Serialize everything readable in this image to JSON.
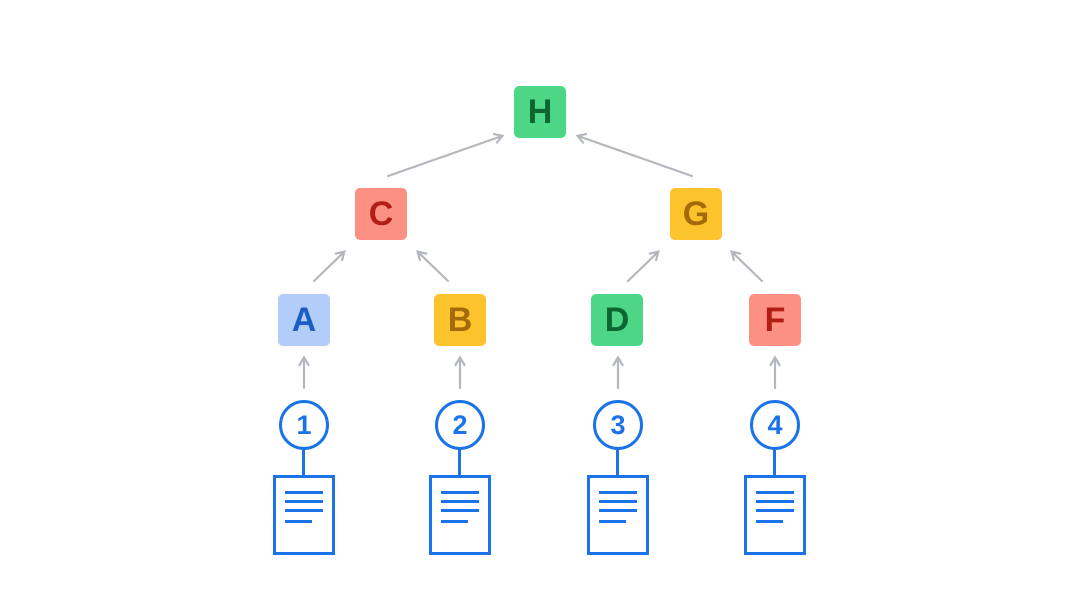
{
  "colors": {
    "green_bg": "#4ed687",
    "green_text": "#0d6530",
    "salmon_bg": "#fc9183",
    "salmon_text": "#b11e15",
    "amber_bg": "#fcc32d",
    "amber_text": "#a26a08",
    "lightblue_bg": "#b3cdf9",
    "lightblue_text": "#1a5fc8",
    "blue_accent": "#1a73e8",
    "arrow_gray": "#b4b7bd",
    "background": "#ffffff"
  },
  "tree": {
    "root": {
      "label": "H",
      "color": "green"
    },
    "level2": [
      {
        "label": "C",
        "color": "salmon"
      },
      {
        "label": "G",
        "color": "amber"
      }
    ],
    "leaves": [
      {
        "label": "A",
        "color": "lightblue"
      },
      {
        "label": "B",
        "color": "amber"
      },
      {
        "label": "D",
        "color": "green"
      },
      {
        "label": "F",
        "color": "salmon"
      }
    ],
    "edges": [
      {
        "from": "C",
        "to": "H"
      },
      {
        "from": "G",
        "to": "H"
      },
      {
        "from": "A",
        "to": "C"
      },
      {
        "from": "B",
        "to": "C"
      },
      {
        "from": "D",
        "to": "G"
      },
      {
        "from": "F",
        "to": "G"
      },
      {
        "from": "1",
        "to": "A"
      },
      {
        "from": "2",
        "to": "B"
      },
      {
        "from": "3",
        "to": "D"
      },
      {
        "from": "4",
        "to": "F"
      }
    ]
  },
  "sources": [
    {
      "number": "1"
    },
    {
      "number": "2"
    },
    {
      "number": "3"
    },
    {
      "number": "4"
    }
  ]
}
